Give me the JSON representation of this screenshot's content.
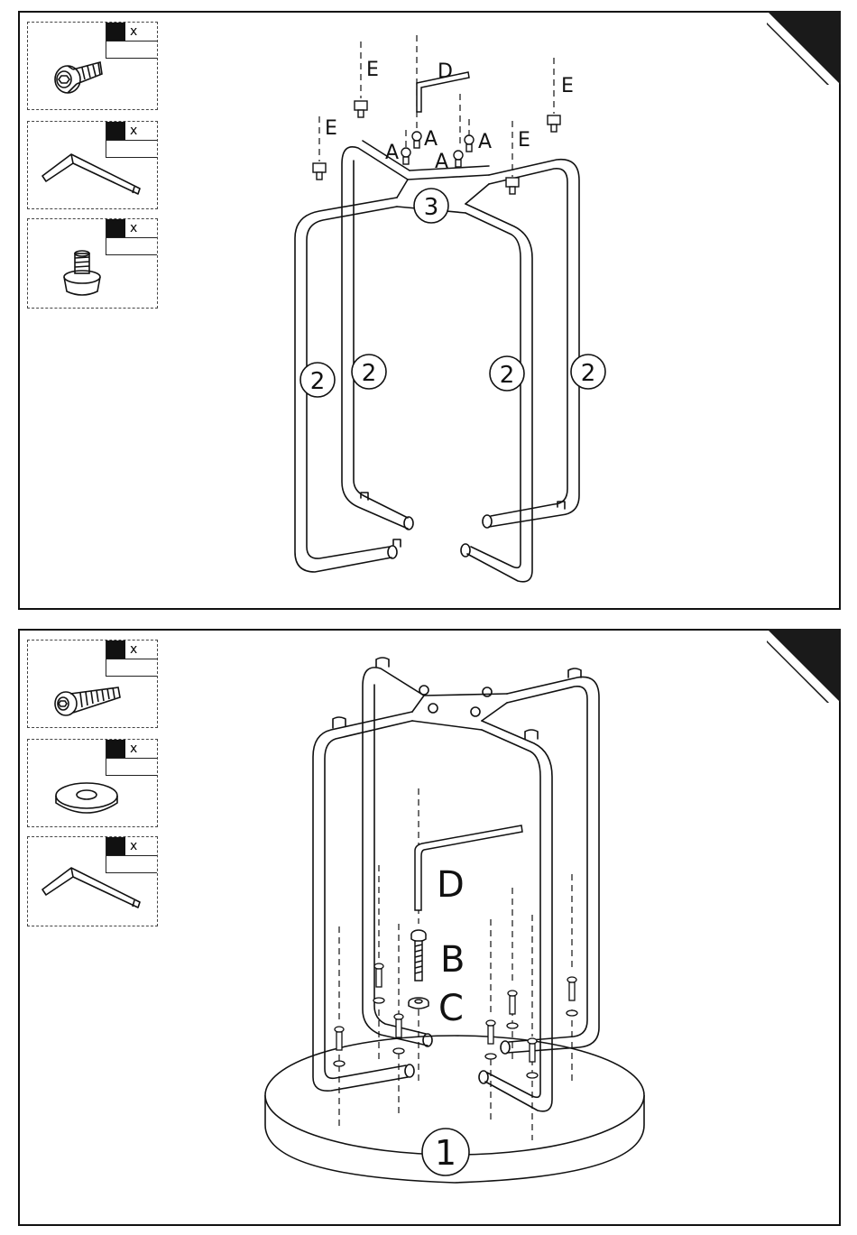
{
  "steps": [
    {
      "parts": [
        {
          "icon": "hex-bolt-icon",
          "qty_mark": "x",
          "qty_count": ""
        },
        {
          "icon": "allen-key-icon",
          "qty_mark": "x",
          "qty_count": ""
        },
        {
          "icon": "foot-glide-icon",
          "qty_mark": "x",
          "qty_count": ""
        }
      ],
      "labels": {
        "E": "E",
        "D": "D",
        "A": "A",
        "frame": "3",
        "leg": "2"
      }
    },
    {
      "parts": [
        {
          "icon": "long-bolt-icon",
          "qty_mark": "x",
          "qty_count": ""
        },
        {
          "icon": "washer-icon",
          "qty_mark": "x",
          "qty_count": ""
        },
        {
          "icon": "allen-key-icon",
          "qty_mark": "x",
          "qty_count": ""
        }
      ],
      "labels": {
        "D": "D",
        "B": "B",
        "C": "C",
        "seat": "1"
      }
    }
  ],
  "colors": {
    "line": "#111111",
    "corner": "#1a1a1a",
    "seat_fill": "#ffffff"
  }
}
